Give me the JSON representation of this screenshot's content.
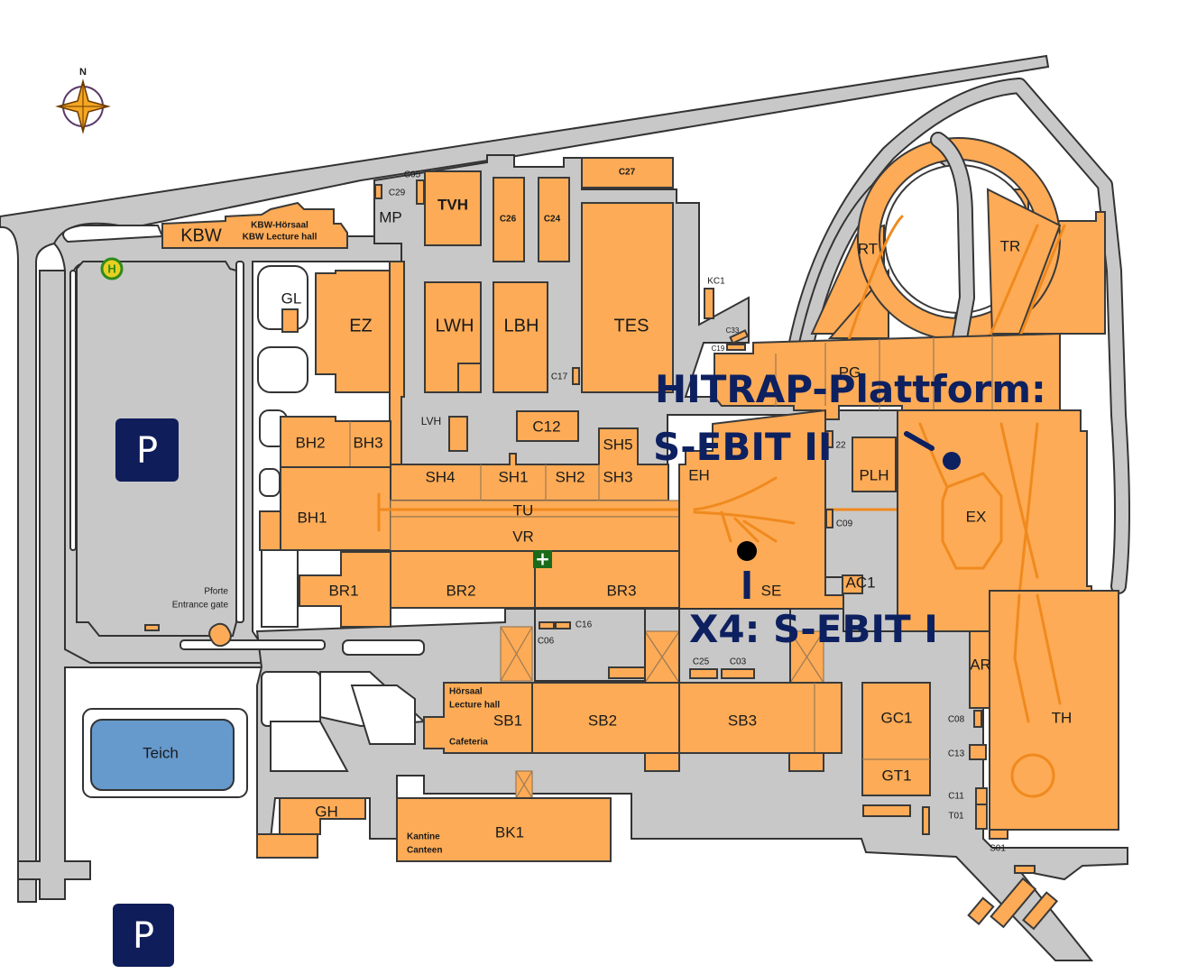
{
  "map": {
    "compass_label": "N",
    "parking_label": "P",
    "bus_stop_label": "H",
    "first_aid_symbol": "+",
    "colors": {
      "building": "#fdab56",
      "road": "#c8c8c8",
      "water": "#6699cc",
      "annotation": "#0d2060",
      "parking": "#0f1d5a",
      "first_aid": "#1a6b1a",
      "bus_stop": "#2f8a1a"
    },
    "pond": {
      "label": "Teich"
    },
    "buildings": {
      "KBW": "KBW",
      "KBW_sub1": "KBW-Hörsaal",
      "KBW_sub2": "KBW Lecture hall",
      "MP": "MP",
      "C05": "C05",
      "C29": "C29",
      "TVH": "TVH",
      "C26": "C26",
      "C24": "C24",
      "C27": "C27",
      "KC1": "KC1",
      "GL": "GL",
      "EZ": "EZ",
      "LWH": "LWH",
      "LBH": "LBH",
      "TES": "TES",
      "C17": "C17",
      "C33": "C33",
      "C19": "C19",
      "RT": "RT",
      "TR": "TR",
      "PG": "PG",
      "LVH": "LVH",
      "C12": "C12",
      "BH2": "BH2",
      "BH3": "BH3",
      "BH1": "BH1",
      "SH4": "SH4",
      "SH1": "SH1",
      "SH2": "SH2",
      "SH3": "SH3",
      "SH5": "SH5",
      "EH": "EH",
      "C22": "22",
      "PLH": "PLH",
      "EX": "EX",
      "TU": "TU",
      "VR": "VR",
      "C09": "C09",
      "BR1": "BR1",
      "BR2": "BR2",
      "BR3": "BR3",
      "SE": "SE",
      "AC1": "AC1",
      "C06": "C06",
      "C16": "C16",
      "C25": "C25",
      "C03": "C03",
      "AR": "AR",
      "TH": "TH",
      "SB1": "SB1",
      "SB1_sub1": "Hörsaal",
      "SB1_sub2": "Lecture hall",
      "SB1_sub3": "Cafeteria",
      "SB2": "SB2",
      "SB3": "SB3",
      "GC1": "GC1",
      "GT1": "GT1",
      "C08": "C08",
      "C13": "C13",
      "C11": "C11",
      "T01": "T01",
      "S01": "S01",
      "GH": "GH",
      "BK1": "BK1",
      "BK1_sub1": "Kantine",
      "BK1_sub2": "Canteen",
      "gate1": "Pforte",
      "gate2": "Entrance gate"
    },
    "annotations": [
      {
        "line1": "HITRAP-Plattform:",
        "line2": "S-EBIT II"
      },
      {
        "line1": "X4: S-EBIT I"
      }
    ]
  }
}
